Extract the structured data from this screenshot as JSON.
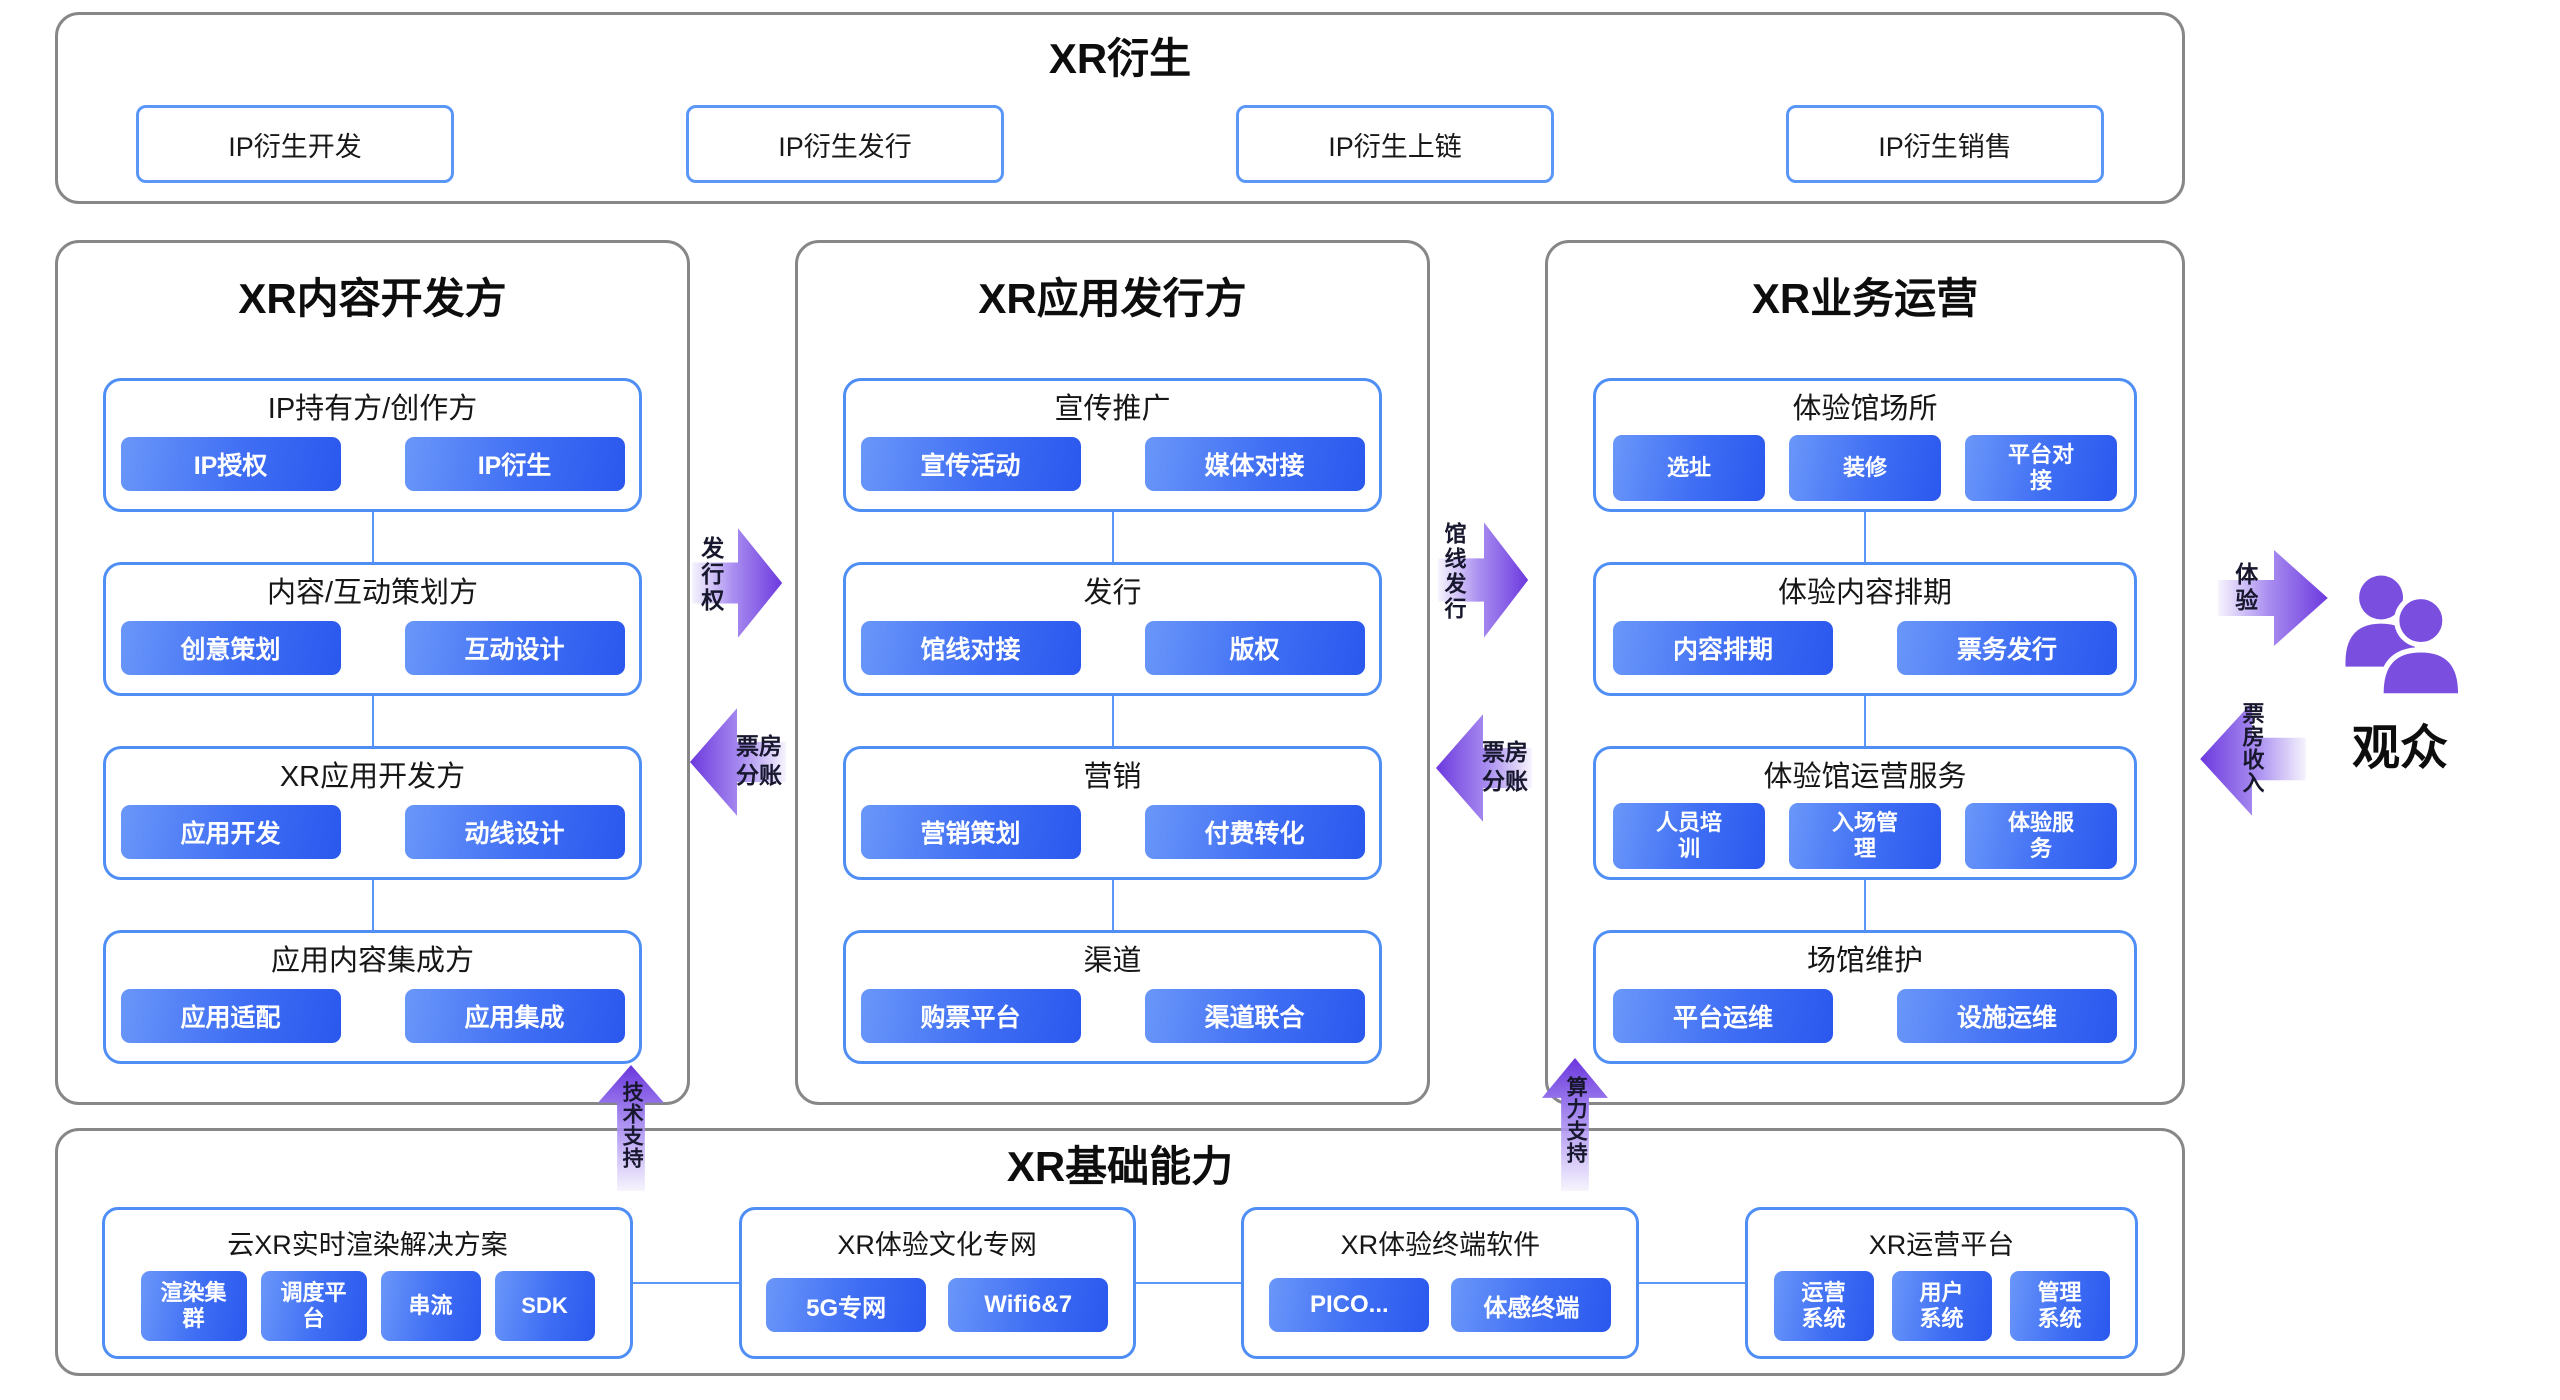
{
  "colors": {
    "chip_blue_start": "#6a97f9",
    "chip_blue_end": "#2a58ee",
    "box_border_blue": "#4f8ef5",
    "panel_border_gray": "#878787",
    "arrow_purple": "#6a36dd",
    "audience_purple": "#7a4fe0",
    "text_dark": "#141414"
  },
  "top_section": {
    "title": "XR衍生",
    "boxes": [
      "IP衍生开发",
      "IP衍生发行",
      "IP衍生上链",
      "IP衍生销售"
    ]
  },
  "columns": [
    {
      "title": "XR内容开发方",
      "boxes": [
        {
          "title": "IP持有方/创作方",
          "chips": [
            "IP授权",
            "IP衍生"
          ]
        },
        {
          "title": "内容/互动策划方",
          "chips": [
            "创意策划",
            "互动设计"
          ]
        },
        {
          "title": "XR应用开发方",
          "chips": [
            "应用开发",
            "动线设计"
          ]
        },
        {
          "title": "应用内容集成方",
          "chips": [
            "应用适配",
            "应用集成"
          ]
        }
      ]
    },
    {
      "title": "XR应用发行方",
      "boxes": [
        {
          "title": "宣传推广",
          "chips": [
            "宣传活动",
            "媒体对接"
          ]
        },
        {
          "title": "发行",
          "chips": [
            "馆线对接",
            "版权"
          ]
        },
        {
          "title": "营销",
          "chips": [
            "营销策划",
            "付费转化"
          ]
        },
        {
          "title": "渠道",
          "chips": [
            "购票平台",
            "渠道联合"
          ]
        }
      ]
    },
    {
      "title": "XR业务运营",
      "boxes": [
        {
          "title": "体验馆场所",
          "chips": [
            "选址",
            "装修",
            "平台对接"
          ]
        },
        {
          "title": "体验内容排期",
          "chips": [
            "内容排期",
            "票务发行"
          ]
        },
        {
          "title": "体验馆运营服务",
          "chips": [
            "人员培训",
            "入场管理",
            "体验服务"
          ]
        },
        {
          "title": "场馆维护",
          "chips": [
            "平台运维",
            "设施运维"
          ]
        }
      ]
    }
  ],
  "bottom_section": {
    "title": "XR基础能力",
    "boxes": [
      {
        "title": "云XR实时渲染解决方案",
        "chips": [
          "渲染集群",
          "调度平台",
          "串流",
          "SDK"
        ]
      },
      {
        "title": "XR体验文化专网",
        "chips": [
          "5G专网",
          "Wifi6&7"
        ]
      },
      {
        "title": "XR体验终端软件",
        "chips": [
          "PICO...",
          "体感终端"
        ]
      },
      {
        "title": "XR运营平台",
        "chips": [
          "运营系统",
          "用户系统",
          "管理系统"
        ]
      }
    ]
  },
  "arrows": {
    "distribution_rights": "发行权",
    "box_office_split_1": "票房分账",
    "venue_distribution": "馆线发行",
    "box_office_split_2": "票房分账",
    "tech_support": "技术支持",
    "computing_support": "算力支持",
    "experience": "体验",
    "box_office_revenue": "票房收入"
  },
  "audience_label": "观众"
}
